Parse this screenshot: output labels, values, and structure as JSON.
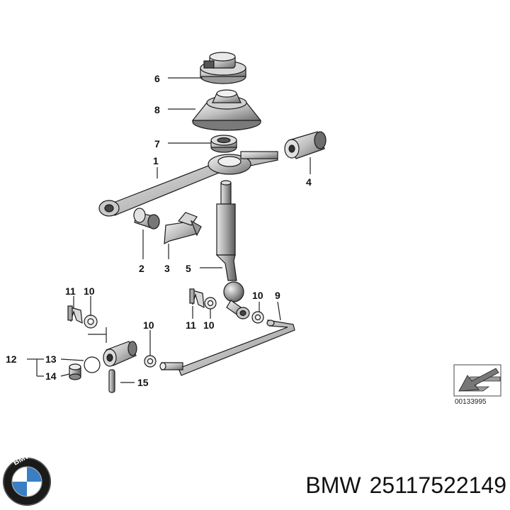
{
  "diagram": {
    "callouts": [
      "1",
      "2",
      "3",
      "4",
      "5",
      "6",
      "7",
      "8",
      "9",
      "10",
      "10",
      "10",
      "10",
      "11",
      "11",
      "12",
      "13",
      "14",
      "15"
    ],
    "drawing_code": "00133995"
  },
  "brand": {
    "logo_text": "BMW",
    "name": "BMW",
    "part_number": "25117522149"
  }
}
